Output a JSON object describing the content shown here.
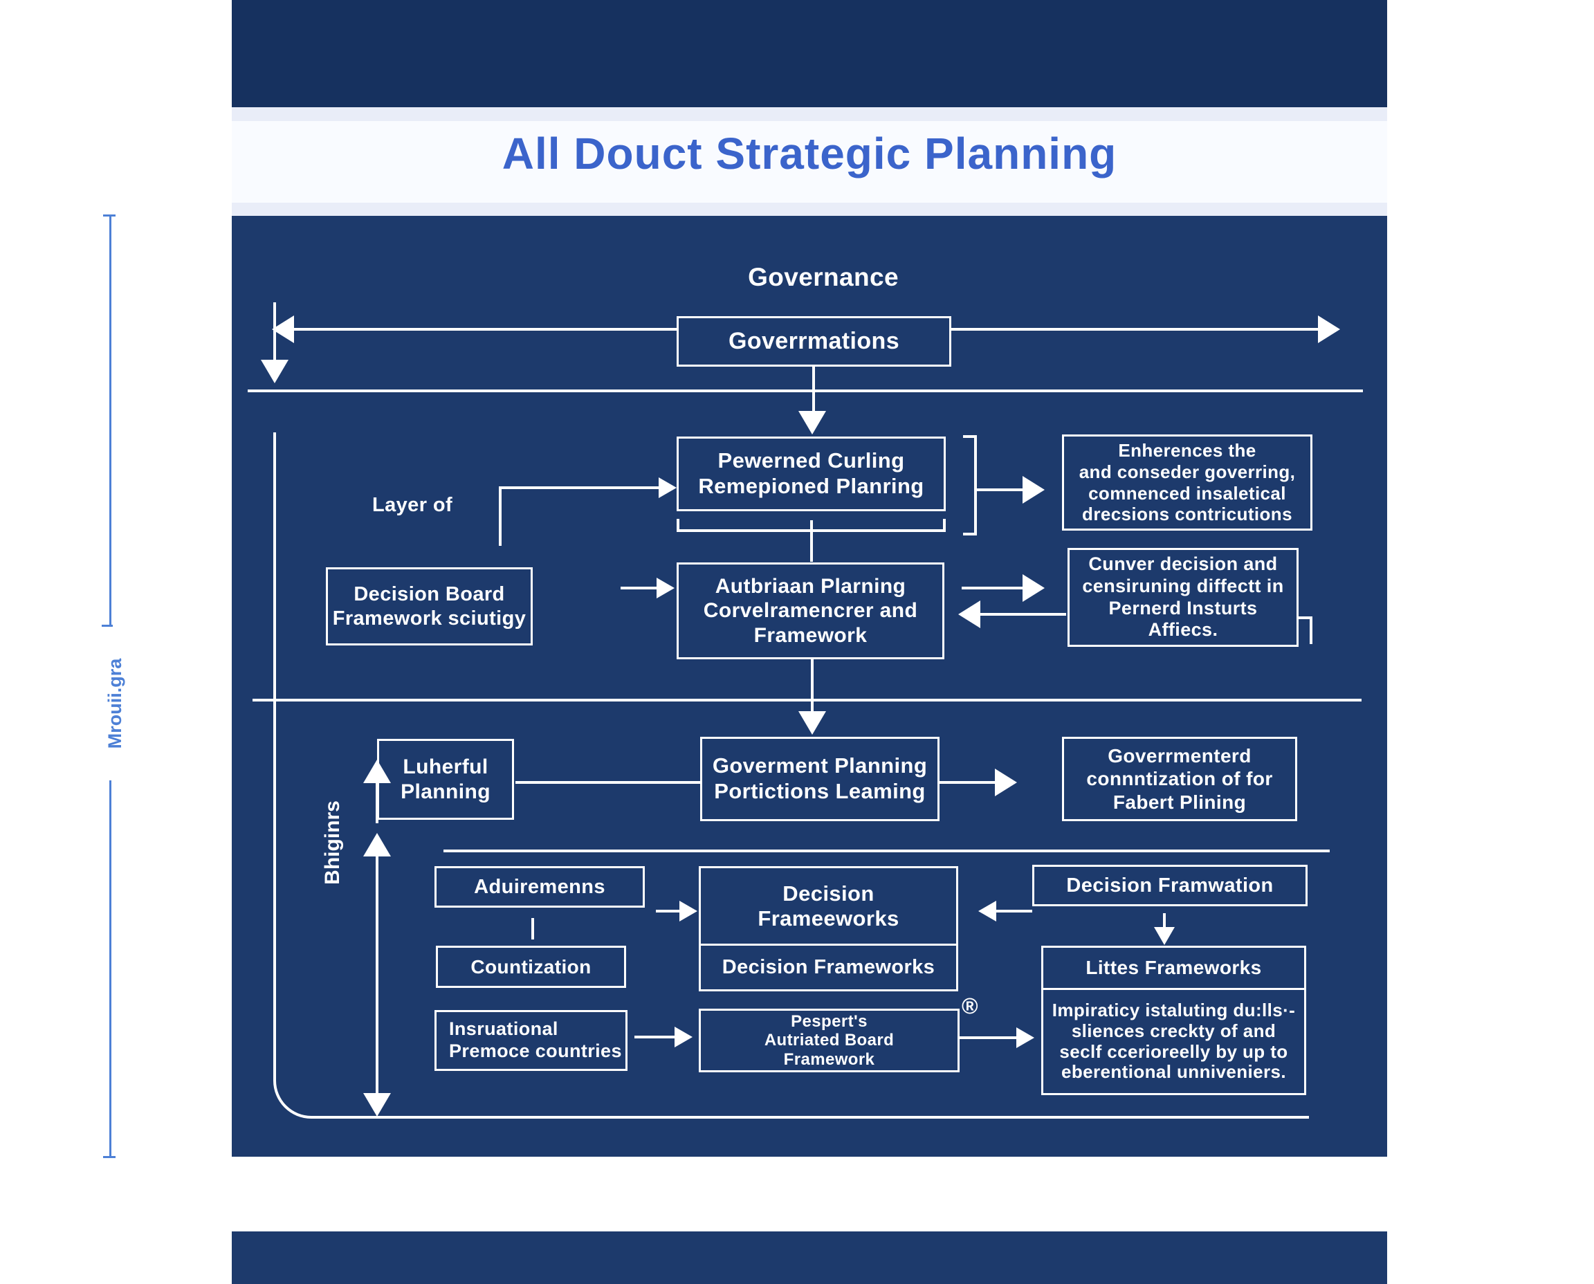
{
  "title": "All Douct Strategic Planning",
  "headings": {
    "governance": "Governance",
    "layer_of": "Layer of",
    "registered_mark": "®"
  },
  "axis_labels": {
    "left_vertical": "Mrouii.gra",
    "inner_vertical": "Bhiginrs"
  },
  "boxes": {
    "govermations": "Goverrmations",
    "pewerned": "Pewerned Curling\nRemepioned Planring",
    "enherences": "Enherences the\nand conseder goverring,\ncomnenced insaletical\ndrecsions contricutions",
    "decision_board": "Decision Board\nFramework sciutigy",
    "autbriaan": "Autbriaan Plarning\nCorvelramencrer and\nFramework",
    "cunver": "Cunver decision and\ncensiruning diffectt in\nPernerd Insturts\nAffiecs.",
    "luherful": "Luherful\nPlanning",
    "goverment": "Goverment Planning\nPortictions Leaming",
    "goverrmenterd": "Goverrmenterd\nconnntization of for\nFabert Plining",
    "aduiremenns": "Aduiremenns",
    "countization": "Countization",
    "insruational": "Insruational\nPremoce countries",
    "decision_frameeworks": "Decision\nFrameeworks",
    "decision_frameworks": "Decision Frameworks",
    "decision_framwation": "Decision Framwation",
    "littes_frameworks": "Littes Frameworks",
    "impiraticy": "Impiraticy istaluting du:lls·-\nsliences creckty of and\nseclf ccerioreelly by up to\neberentional unniveniers.",
    "pesperts": "Pespert's\nAutriated Board\nFramework"
  },
  "colors": {
    "navy": "#1d3a6c",
    "navy_top": "#16315f",
    "band": "#e9edf8",
    "band_stripe": "#f9fbff",
    "title_blue": "#3b64cb",
    "line_blue": "#4d80d6",
    "white": "#ffffff"
  }
}
